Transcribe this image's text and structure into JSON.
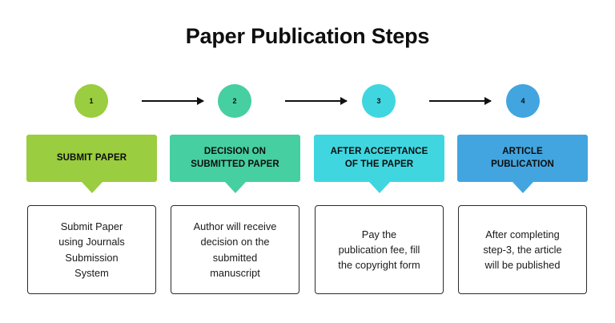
{
  "header": {
    "title": "Paper Publication Steps"
  },
  "colors": {
    "step1": "#9ACD3F",
    "step2": "#46CFA0",
    "step3": "#3FD6E0",
    "step4": "#42A5DF",
    "arrow": "#111111",
    "box_border": "#2b2b2b",
    "text": "#0d0d0d",
    "background": "#ffffff"
  },
  "steps": [
    {
      "number": "1",
      "banner_label": "SUBMIT PAPER",
      "description": "Submit Paper\nusing Journals\nSubmission\nSystem"
    },
    {
      "number": "2",
      "banner_label": "DECISION ON\nSUBMITTED PAPER",
      "description": "Author will receive\ndecision on the\nsubmitted\nmanuscript"
    },
    {
      "number": "3",
      "banner_label": "AFTER ACCEPTANCE\nOF THE PAPER",
      "description": "Pay the\npublication fee, fill\nthe copyright form"
    },
    {
      "number": "4",
      "banner_label": "ARTICLE\nPUBLICATION",
      "description": "After completing\nstep-3, the article\nwill be published"
    }
  ],
  "connectors": [
    {
      "name": "arrow-1-to-2",
      "icon": "arrow-right-icon"
    },
    {
      "name": "arrow-2-to-3",
      "icon": "arrow-right-icon"
    },
    {
      "name": "arrow-3-to-4",
      "icon": "arrow-right-icon"
    }
  ]
}
